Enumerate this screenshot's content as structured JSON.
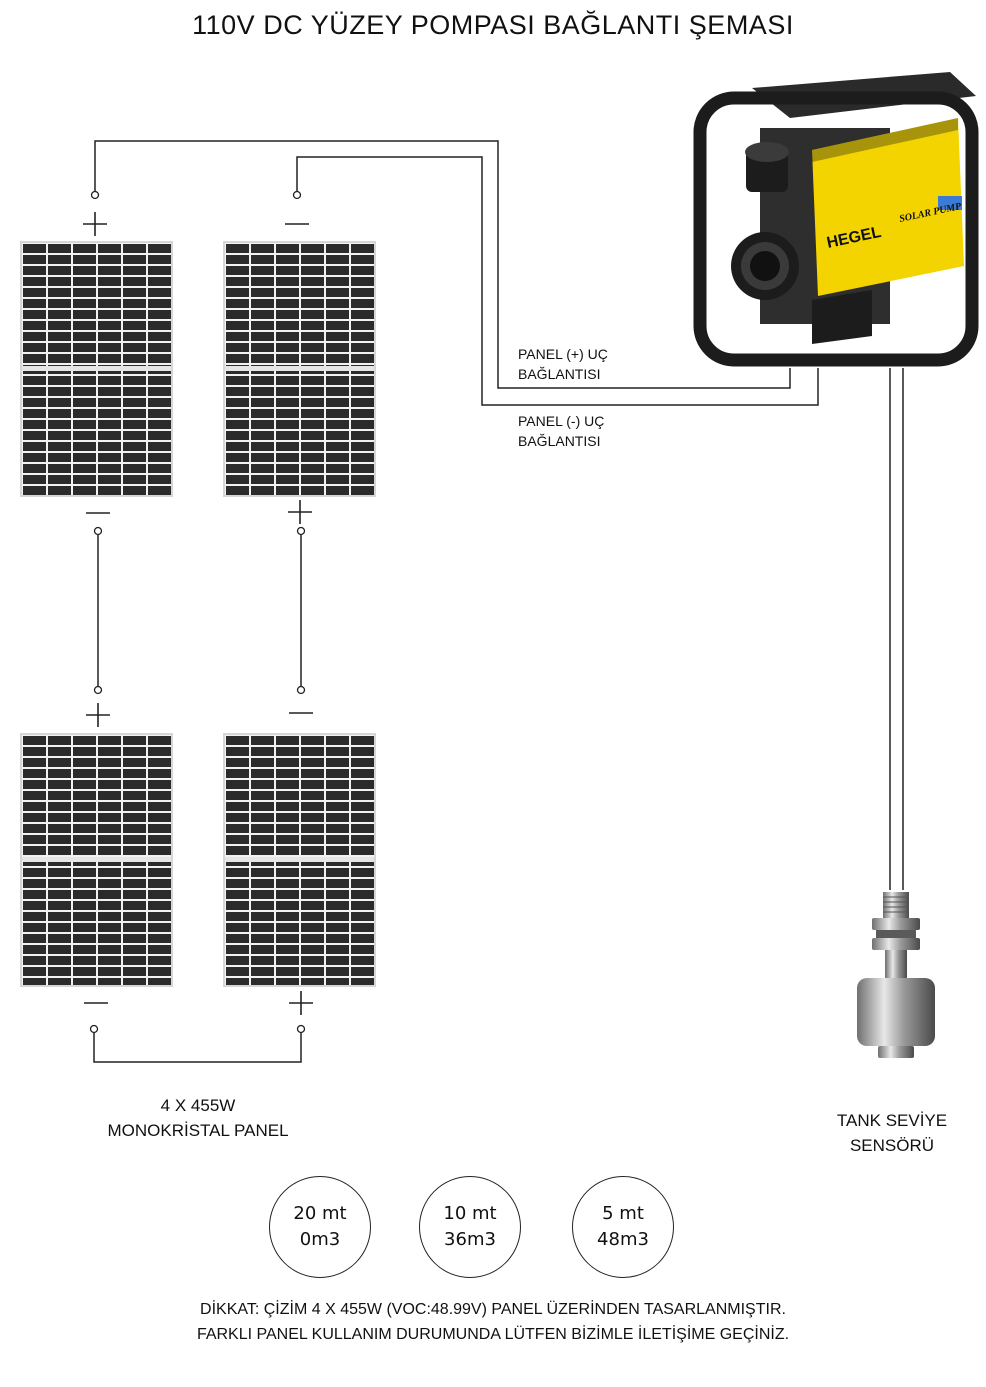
{
  "title": "110V DC YÜZEY POMPASI BAĞLANTI ŞEMASI",
  "panels": {
    "caption_line1": "4 X 455W",
    "caption_line2": "MONOKRİSTAL PANEL"
  },
  "wires": {
    "positive_line1": "PANEL (+) UÇ",
    "positive_line2": "BAĞLANTISI",
    "negative_line1": "PANEL (-) UÇ",
    "negative_line2": "BAĞLANTISI"
  },
  "pump": {
    "brand": "HEGEL",
    "model": "SOLAR PUMP"
  },
  "sensor": {
    "label_line1": "TANK SEVİYE",
    "label_line2": "SENSÖRÜ"
  },
  "depths": [
    {
      "depth": "20 mt",
      "flow": "0m3"
    },
    {
      "depth": "10 mt",
      "flow": "36m3"
    },
    {
      "depth": "5 mt",
      "flow": "48m3"
    }
  ],
  "note": {
    "line1": "DİKKAT: ÇİZİM 4 X 455W (VOC:48.99V) PANEL ÜZERİNDEN  TASARLANMIŞTIR.",
    "line2": "FARKLI PANEL KULLANIM DURUMUNDA LÜTFEN BİZİMLE İLETİŞİME GEÇİNİZ."
  },
  "colors": {
    "panel_cell": "#2b2b2b",
    "panel_frame": "#c9c9c9",
    "pump_body": "#1c1c1c",
    "pump_label": "#f3d400"
  }
}
